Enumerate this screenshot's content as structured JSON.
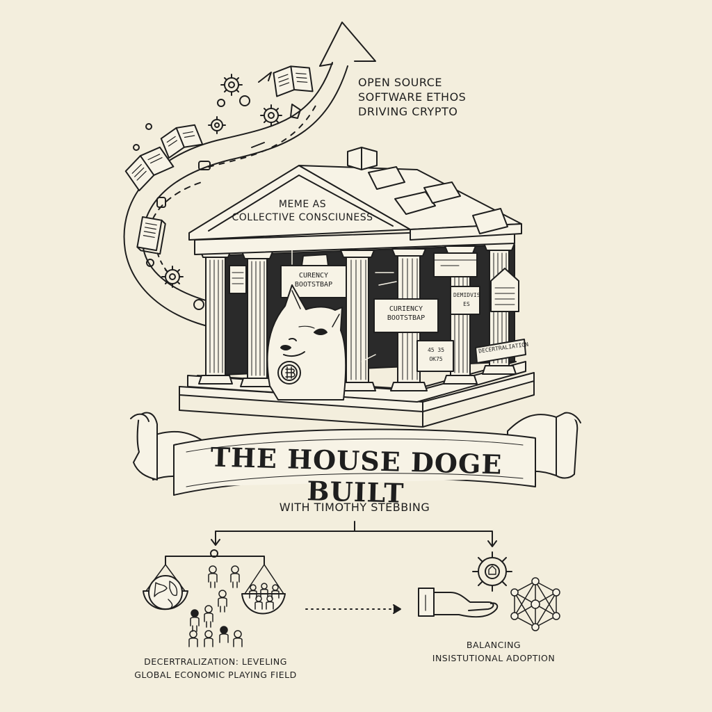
{
  "labels": {
    "ethos": [
      "OPEN SOURCE",
      "SOFTWARE ETHOS",
      "DRIVING CRYPTO"
    ],
    "pediment": [
      "MEME AS",
      "COLLECTIVE CONSCIUNESS"
    ],
    "sign_1": [
      "CURENCY",
      "BOOTSTBAP"
    ],
    "sign_2": [
      "CURIENCY",
      "BOOTSTBAP"
    ],
    "sign_3": [
      "45 35 OK75"
    ],
    "sign_4": [
      "DECERTRALIATION"
    ],
    "sign_5": [
      "DEMIDVIS",
      "ES"
    ],
    "title": "THE HOUSE DOGE BUILT",
    "subtitle": "WITH TIMOTHY STEBBING",
    "decentralization": [
      "DECERTRALIZATION: LEVELING",
      "GLOBAL ECONOMIC PLAYING FIELD"
    ],
    "balancing": [
      "BALANCING",
      "INSISTUTIONAL ADOPTION"
    ]
  },
  "colors": {
    "background": "#f3eedd",
    "ink": "#1e1e1e",
    "paper": "#f7f3e6",
    "shadow": "#2a2a2a"
  },
  "icons": [
    "gear-icon",
    "open-book-icon",
    "arrow-icon",
    "doge-icon",
    "coin-icon",
    "globe-icon",
    "scale-icon",
    "handshake-icon",
    "network-icon",
    "people-icon"
  ]
}
